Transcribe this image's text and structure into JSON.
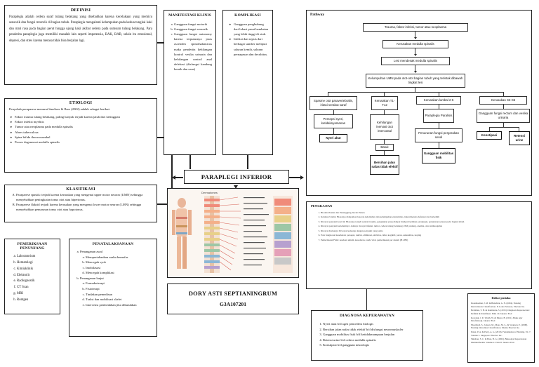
{
  "definisi": {
    "title": "DEFINISI",
    "body": "Paraplegia adalah cedera saraf tulang belakang yang disebabkan karena kecelakaan yang memicu sensorik dan fungsi motorik di bagian tubuh. Paraplegia mengalami kelumpuhan pada kedua tungkai kaki dan mati rasa pada bagian perut hingga ujung kaki akibat cedera pada sumsum tulang belakang. Para penderita paraplegia juga memiliki masalah lain seperti impotensia, BAK, BAB, selain itu emosional, depresi, dan stres karena merasa tidak bisa berjalan lagi."
  },
  "etiologi": {
    "title": "ETIOLOGI",
    "intro": "Penyebab paraparese menurut Smeltzer & Bare (2002) adalah sebagai berikut:",
    "items": [
      "Faktor trauma tulang belakang, paling banyak terjadi karena jatuh dari ketinggian",
      "Faktor infeksi myelitis",
      "Tumor atau neoplasma pada medulla spinalis",
      "Abses tuberculosa",
      "Spina bifida thoracosumbal",
      "Proses degenerasi medulla spinalis"
    ]
  },
  "klasifikasi": {
    "title": "KLASIFIKASI",
    "items": [
      "Paraparese spastik: terjadi karena kerusakan yang mengenai upper motor neuron (UMN) sehingga menyebabkan peningkatan tonus otot atau hipertonus.",
      "Paraparese flaksid terjadi karena kerusakan yang mengenai lower motor neuron (LMN) sehingga menyebabkan penurunan tonus otot atau hypotonus."
    ]
  },
  "pemeriksaan": {
    "title": "PEMERIKSAAN PENUNJANG",
    "items": [
      "Laboratorium",
      "Hematologi",
      "Kimiaklinik",
      "Elektrolit",
      "Radiognostik",
      "CT Scan",
      "MRI",
      "Rontgen"
    ]
  },
  "penatalaksanaan": {
    "title": "PENATALAKSANAAN",
    "groups": [
      {
        "label": "Penanganan awal",
        "items": [
          "Mempertahankan usaha bernafas",
          "Mencegah syok",
          "Imobilasasi",
          "Mencegah komplikasi"
        ]
      },
      {
        "label": "Penanganan lanjut",
        "items": [
          "Farmakoterapi",
          "Fisioterapi",
          "Tindakan pemedisan",
          "Traksi dan mobilisasi skelet",
          "Intervensi pembedahan jika dibutuhkan"
        ]
      }
    ]
  },
  "manifestasi": {
    "title": "MANIFESTASI KLINIS",
    "items": [
      "Gangguan fungsi motorik",
      "Gangguan fungsi sensorik",
      "Gangguan fungsi autonomy karena terputusnya jaras ascenden spinothalamicus maka penderita kehilangan kontrol vesika urinaria dan kehilangan control anal defekasi (disfungsi kandung kemih dan usus)"
    ]
  },
  "komplikasi": {
    "title": "KOMPLIKASI",
    "items": [
      "Gangguan penghubung dari lokasi pusat hambatan yang lebih tinggi di otak.",
      "Infeksi dan sepsis dari berbagai sumber meliputi saluran kemih, saluran pernapasan dan decubitus."
    ]
  },
  "central": {
    "title": "PARAPLEGI INFERIOR"
  },
  "author": {
    "name": "DORY ASTI SEPTIANINGRUM",
    "nim": "G3A107201"
  },
  "pathway": {
    "title": "Pathway",
    "nodes": {
      "n1": "Trauma, faktor infeksi, tumor atau neoplasma",
      "n2": "Kerusakan medulla spinalis",
      "n3": "Lesi mendesak medulla spinalis",
      "n4": "Kelumpuhan UMN pada otot-otot bagian tubuh yang terletak dibawah tingkat lesi",
      "b1": "Spasme otot paravertebralis, iritasi serabut saraf",
      "b2": "Kerusakan T1-T12",
      "b3": "Kerusakan lumbal 2-5",
      "b4": "Kerusakan S3-S5",
      "c1": "Persepsi nyeri, ketidaknyamanan",
      "c2": "Kehilangan inervasi otot intercostal",
      "c3": "Paraplegia Paralisis",
      "c4": "Gangguan fungsi rectum dan vesika urinaria",
      "d1": "Nyeri akut",
      "d2": "Batuk",
      "d3": "Penurunan fungsi pergerakan sendi",
      "d4a": "Konstipasi",
      "d4b": "Retensi urine",
      "e2": "Bersihan jalan nafas tidak efektif",
      "e3": "Gangguan mobilitas fisik"
    }
  },
  "pengkajian": {
    "title": "PENGKAJIAN",
    "items": [
      "Biodata Pasien dan Penanggung Jawab Pasien",
      "Keluhan Utama: Biasanya didapatkan laporan kelemahan dan kelumpuhan ekstremitas, inkontinensia defekasi dan berkemih",
      "Riwayat penyakit saat ini: Biasanya terjadi setelah trauma, pengkajian yang didapat meliputi keluhan paraplegia, penurunan sensasi pada bagian tubuh",
      "Riwayat penyakit sebelumnya: Adanya riwayat infeksi, tumor, cedera tulang belakang, DM, jantung, anemia, obat antikoagulan",
      "Riwayat Keluarga: Riwayat keluarga dengan penyakit yang sama",
      "Pola fungsional kesehatan: persepsi, nutrisi, eliminasi, aktivitas, tidur, kognitif, peran, seksualitas, koping",
      "Pemeriksaan Fisik: keadaan umum, kesadaran, tanda vital, pemeriksaan per sistem (B1-B6)"
    ]
  },
  "diagnosa": {
    "title": "DIAGNOSA KEPERAWATAN",
    "items": [
      "Nyeri akut b/d agen pencedera biologis",
      "Bersihan jalan nafas tidak efektif b/d disfungsi neuromuskuler",
      "Gangguan mobilitas fisik b/d ketidakmampuan berjalan",
      "Retensi urine b/d cedera medulla spinalis",
      "Konstipasi b/d gangguan neurologis"
    ]
  },
  "pustaka": {
    "title": "Daftar pustaka",
    "items": [
      "Doenhoeman, J. M. & Bulechek, G. N. (2004). Nursing Interventions Classification. St Louis: Mosson, Elsevier inc.",
      "Herdman, T. H. & Kamitsuru, S. (2015). Diagnosis Keperawatan: Definisi & Klasifikasi. Edisi 10. Jakarta: EGC",
      "Kowalak, J. P., Welsh, W. & Mayer, B. (2011). Buku Ajar Patofisiologi. Jakarta: EGC",
      "Moorhead, S., Jonson, M., Maas, M. L., & Swanson, E. (2008). Nursing Outcomes Classification. Mosby Elsevier inc.",
      "Potter, P. A. & Perry, A. G. (2010). Fundamental of Nursing. Ed. 7. Volume 3. Singapore: Elsevier Inc.",
      "Smeltzer, S. C. & Bare, B. G. (2002). Buku Ajar Keperawatan Medikal Bedah. Volume 2. Edisi 8. Jakarta: EGC"
    ]
  },
  "image": {
    "title": "Dermatomes"
  }
}
